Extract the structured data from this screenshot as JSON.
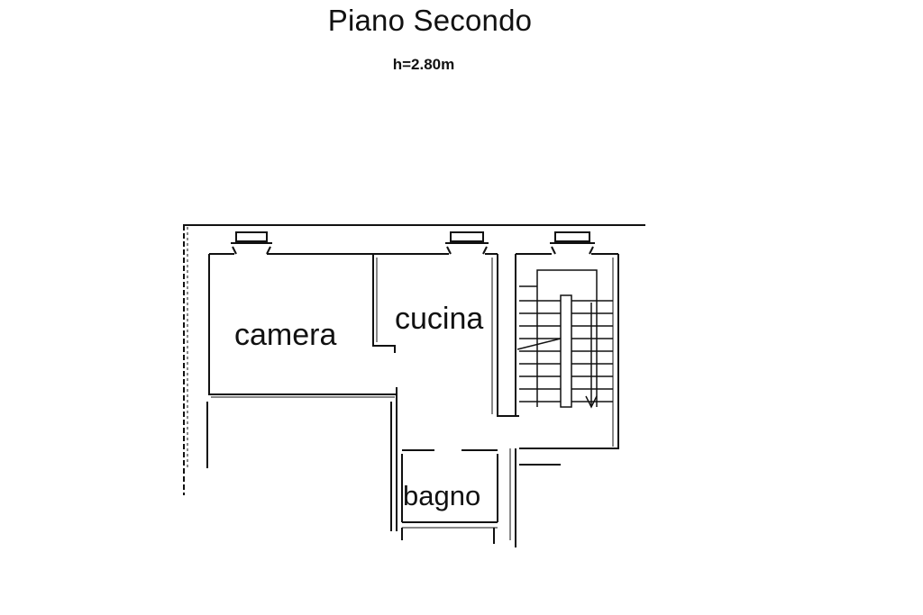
{
  "title": "Piano Secondo",
  "subtitle": "h=2.80m",
  "rooms": {
    "camera": "camera",
    "cucina": "cucina",
    "bagno": "bagno"
  },
  "colors": {
    "ink": "#111111",
    "background": "#ffffff"
  }
}
